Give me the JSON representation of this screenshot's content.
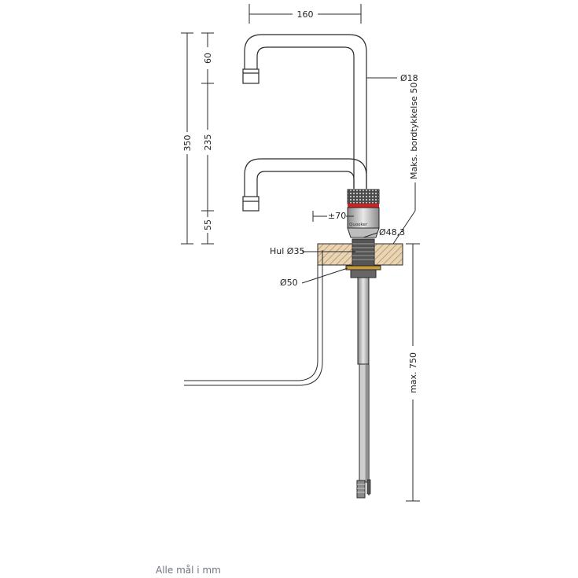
{
  "colors": {
    "line": "#2a2a2a",
    "chrome_dark": "#6e6e6e",
    "chrome_light": "#d2d2d2",
    "wood": "#e9d4b4",
    "wood_hatch": "#a8865e",
    "washer": "#c89a3a",
    "red_band": "#d02020"
  },
  "dims": {
    "top_width": "160",
    "total_height": "350",
    "upper_segment": "60",
    "middle_segment": "235",
    "lower_segment": "55",
    "pipe_diameter": "Ø18",
    "max_countertop": "Maks. bordtykkelse 50",
    "knob_dim": "±70",
    "base_diameter": "Ø48,3",
    "hole": "Hul Ø35",
    "washer_diameter": "Ø50",
    "max_length": "max. 750"
  },
  "brand_mark": "Quooker",
  "footer": "Alle mål i mm"
}
